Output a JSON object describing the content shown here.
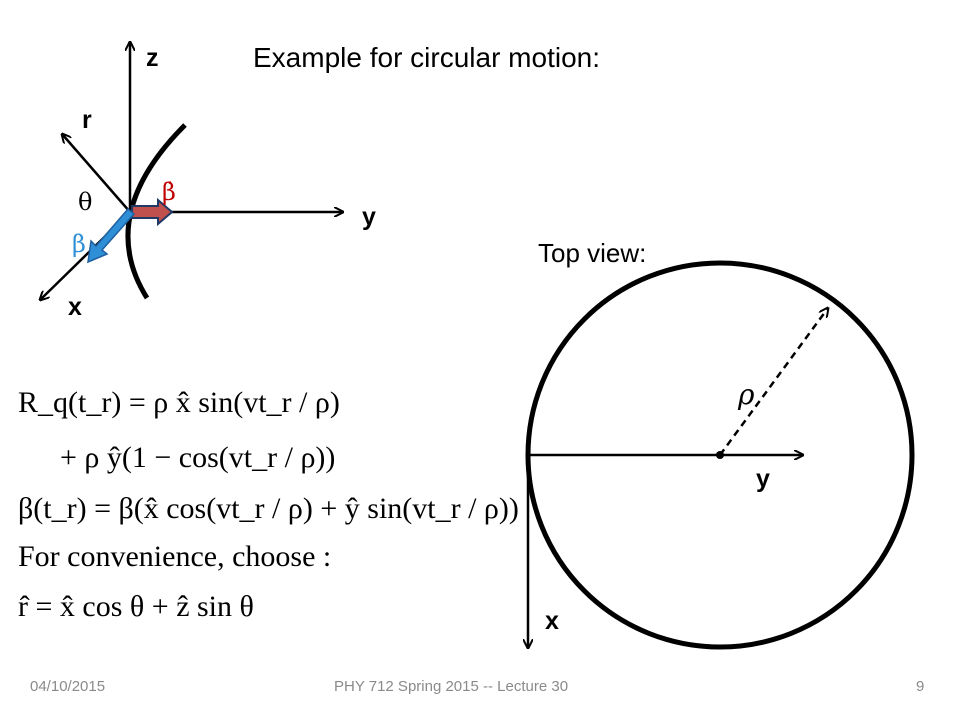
{
  "slide": {
    "title": "Example for circular motion:",
    "top_view_label": "Top view:"
  },
  "side_diagram": {
    "axis_z": "z",
    "axis_y": "y",
    "axis_x": "x",
    "axis_r": "r",
    "theta": "θ",
    "beta": "β",
    "beta_dot": "β̇",
    "colors": {
      "beta_arrow": "#2e8fd6",
      "beta_dot_arrow": "#c0504d"
    }
  },
  "top_diagram": {
    "axis_y": "y",
    "axis_x": "x",
    "rho": "ρ"
  },
  "equations": [
    "R_q(t_r) = ρ x̂ sin(vt_r / ρ)",
    "+ ρ ŷ(1 − cos(vt_r / ρ))",
    "β(t_r) = β(x̂ cos(vt_r / ρ) + ŷ sin(vt_r / ρ))",
    "For convenience, choose :",
    "r̂ = x̂ cos θ + ẑ sin θ"
  ],
  "footer": {
    "date": "04/10/2015",
    "course": "PHY 712  Spring 2015 -- Lecture 30",
    "page": "9"
  }
}
